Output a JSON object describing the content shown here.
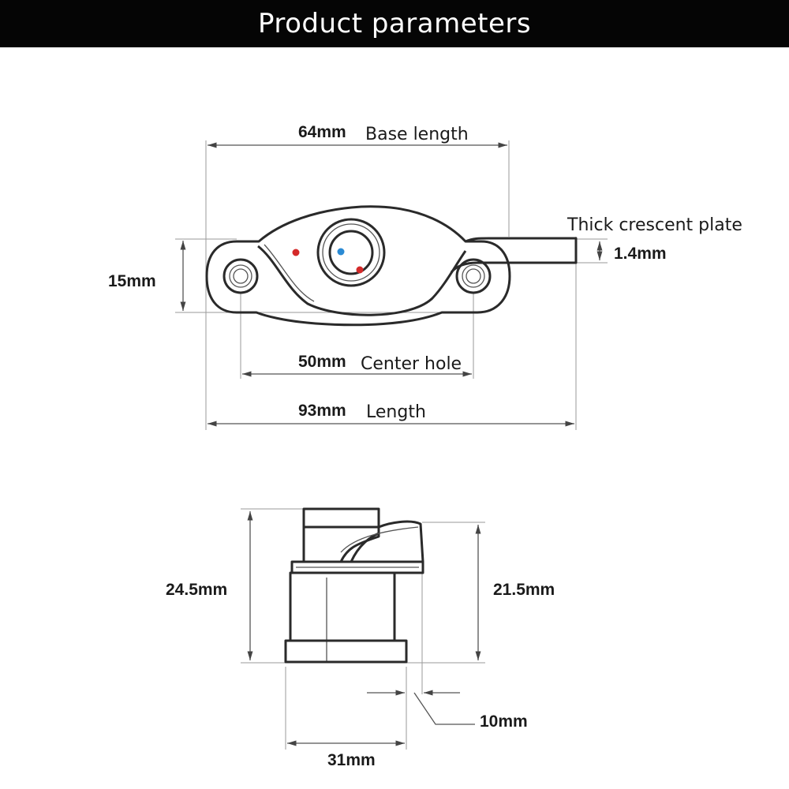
{
  "header": {
    "title": "Product parameters"
  },
  "top_view": {
    "base_length": {
      "value": "64mm",
      "label": "Base length"
    },
    "height": {
      "value": "15mm"
    },
    "plate": {
      "label": "Thick crescent plate",
      "value": "1.4mm"
    },
    "center_hole": {
      "value": "50mm",
      "label": "Center hole"
    },
    "length": {
      "value": "93mm",
      "label": "Length"
    },
    "dot_colors": {
      "red": "#d42a2a",
      "blue": "#2a8ad4"
    }
  },
  "side_view": {
    "total_height": {
      "value": "24.5mm"
    },
    "body_height": {
      "value": "21.5mm"
    },
    "offset": {
      "value": "10mm"
    },
    "width": {
      "value": "31mm"
    }
  }
}
